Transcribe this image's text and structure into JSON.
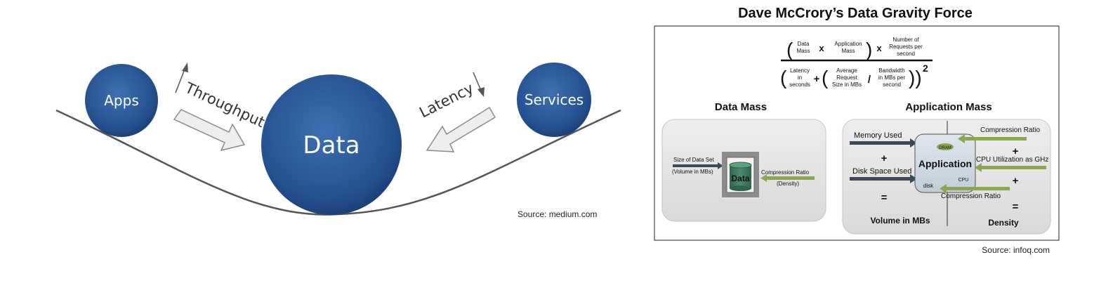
{
  "left": {
    "apps": "Apps",
    "data": "Data",
    "services": "Services",
    "throughput": "Throughput",
    "latency": "Latency",
    "source": "Source: medium.com"
  },
  "right": {
    "title": "Dave McCrory’s Data Gravity Force",
    "formula": {
      "data_mass": [
        "Data",
        "Mass"
      ],
      "app_mass": [
        "Application",
        "Mass"
      ],
      "requests": [
        "Number of",
        "Requests per",
        "second"
      ],
      "latency": [
        "Latency",
        "in",
        "seconds"
      ],
      "avg_request": [
        "Average",
        "Request",
        "Size in MBs"
      ],
      "bandwidth": [
        "Bandwidth",
        "in MBs per",
        "second"
      ],
      "times": "x",
      "plus": "+",
      "divide": "/",
      "exponent": "2"
    },
    "data_mass_panel": {
      "title": "Data Mass",
      "size_label": "Size of Data Set",
      "volume_label": "(Volume in MBs)",
      "data_label": "Data",
      "compression_label": "Compression Ratio",
      "density_label": "(Density)"
    },
    "app_mass_panel": {
      "title": "Application Mass",
      "memory_used": "Memory Used",
      "disk_space_used": "Disk Space Used",
      "plus_left": "+",
      "equals_left": "=",
      "volume_result": "Volume in MBs",
      "application": "Application",
      "dram": "DRAM",
      "cpu": "CPU",
      "disk": "disk",
      "compression_top": "Compression Ratio",
      "plus_right_1": "+",
      "cpu_utilization": "CPU Utilization as GHz",
      "plus_right_2": "+",
      "compression_bottom": "Compression Ratio",
      "equals_right": "=",
      "density_result": "Density"
    },
    "source": "Source: infoq.com"
  },
  "colors": {
    "sphere_dark": "#1c3f78",
    "sphere_light": "#3367ac",
    "curve": "#555555",
    "arrow_fill": "#eeeeee",
    "arrow_stroke": "#8a8a8a",
    "dark_arrow": "#3b4a5a",
    "green_arrow": "#8aa84f",
    "panel_bg": "#e3e3e3",
    "app_box": "#cfd8e3",
    "cylinder": "#3e7a60"
  }
}
